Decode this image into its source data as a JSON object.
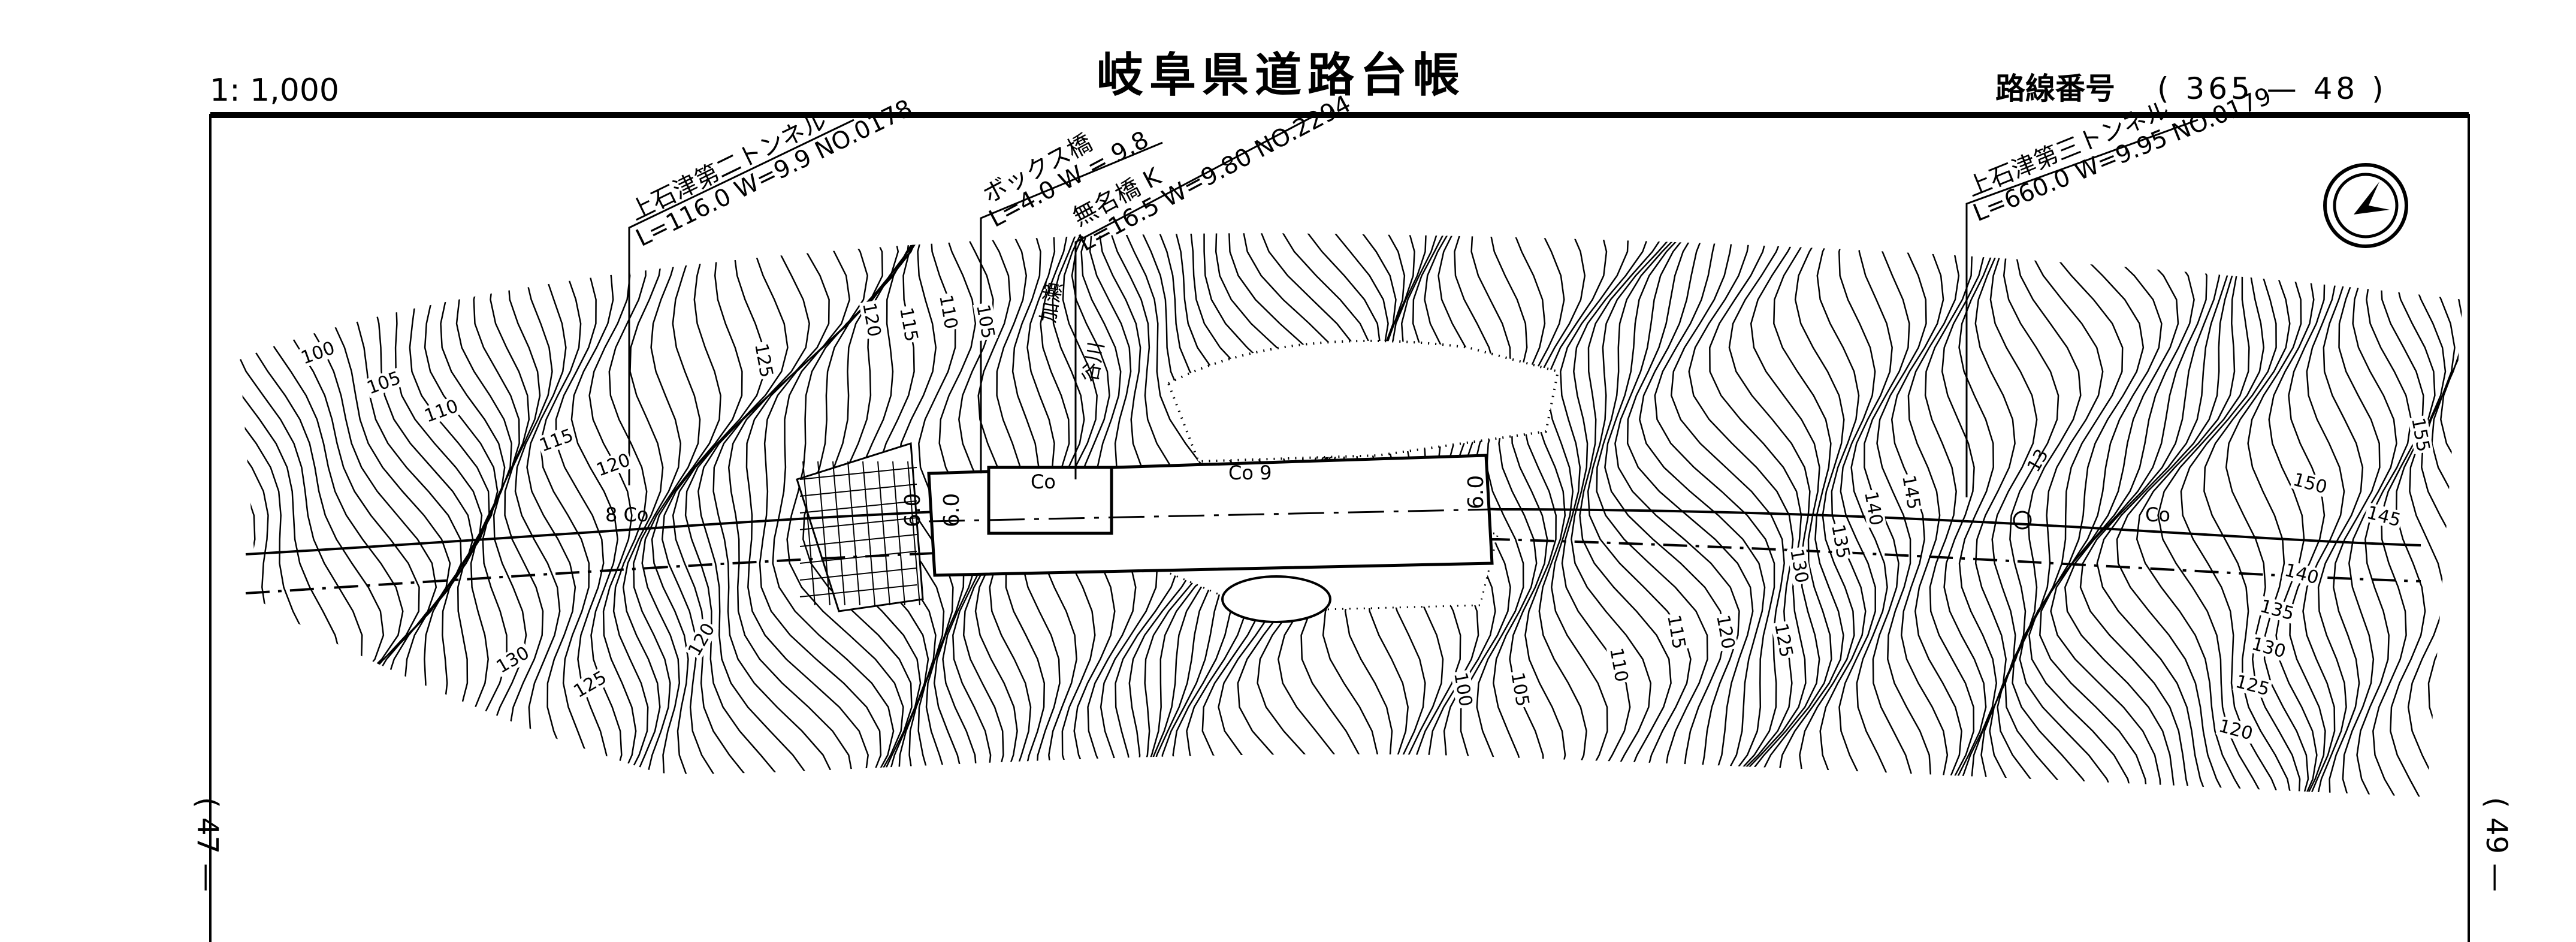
{
  "header": {
    "scale": "1: 1,000",
    "title": "岐阜県道路台帳",
    "route_label": "路線番号",
    "route_number": "( 365 — 48 )"
  },
  "side_labels": {
    "left_sheet": "( 47 —",
    "right_sheet": "( 49 —"
  },
  "callouts": [
    {
      "name": "上石津第二トンネル",
      "spec": "L=116.0 W=9.9 NO.0178"
    },
    {
      "name": "ボックス橋",
      "spec": "L=4.0   W = 9.8"
    },
    {
      "name": "無名橋  K",
      "spec": "L=16.5 W=9.80 NO.2294"
    },
    {
      "name": "上石津第三トンネル",
      "spec": "L=660.0 W=9.95 NO.0179"
    }
  ],
  "map_annotations": {
    "river": "加瀬",
    "river2": "谷川",
    "pavement_left": "8 Co",
    "pavement_mid": "Co",
    "pavement_center": "Co   9",
    "pavement_right": "Co",
    "width_a": "6.0",
    "width_b": "6.0",
    "width_c": "6.0",
    "point_13": "13"
  },
  "contour_labels": [
    "100",
    "105",
    "110",
    "115",
    "120",
    "125",
    "120",
    "115",
    "110",
    "105",
    "130",
    "125",
    "120",
    "100",
    "105",
    "110",
    "115",
    "120",
    "125",
    "130",
    "135",
    "140",
    "145",
    "150",
    "145",
    "140",
    "135",
    "130",
    "125",
    "120",
    "155"
  ],
  "compass_icon": "north-arrow-icon"
}
